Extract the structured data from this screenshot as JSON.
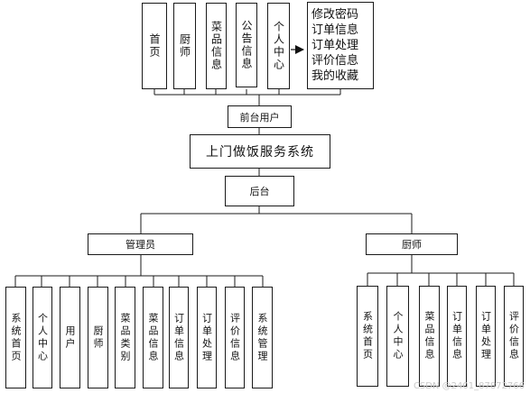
{
  "front": {
    "items": [
      "首页",
      "厨师",
      "菜品信息",
      "公告信息",
      "个人中心"
    ],
    "personal_center_items": [
      "修改密码",
      "订单信息",
      "订单处理",
      "评价信息",
      "我的收藏"
    ],
    "label": "前台用户"
  },
  "system_title": "上门做饭服务系统",
  "backend_label": "后台",
  "admin": {
    "label": "管理员",
    "items": [
      "系统首页",
      "个人中心",
      "用户",
      "厨师",
      "菜品类别",
      "菜品信息",
      "订单信息",
      "订单处理",
      "评价信息",
      "系统管理"
    ]
  },
  "chef": {
    "label": "厨师",
    "items": [
      "系统首页",
      "个人中心",
      "菜品信息",
      "订单信息",
      "订单处理",
      "评价信息"
    ]
  },
  "watermark": "CSDN @2401_87872766"
}
